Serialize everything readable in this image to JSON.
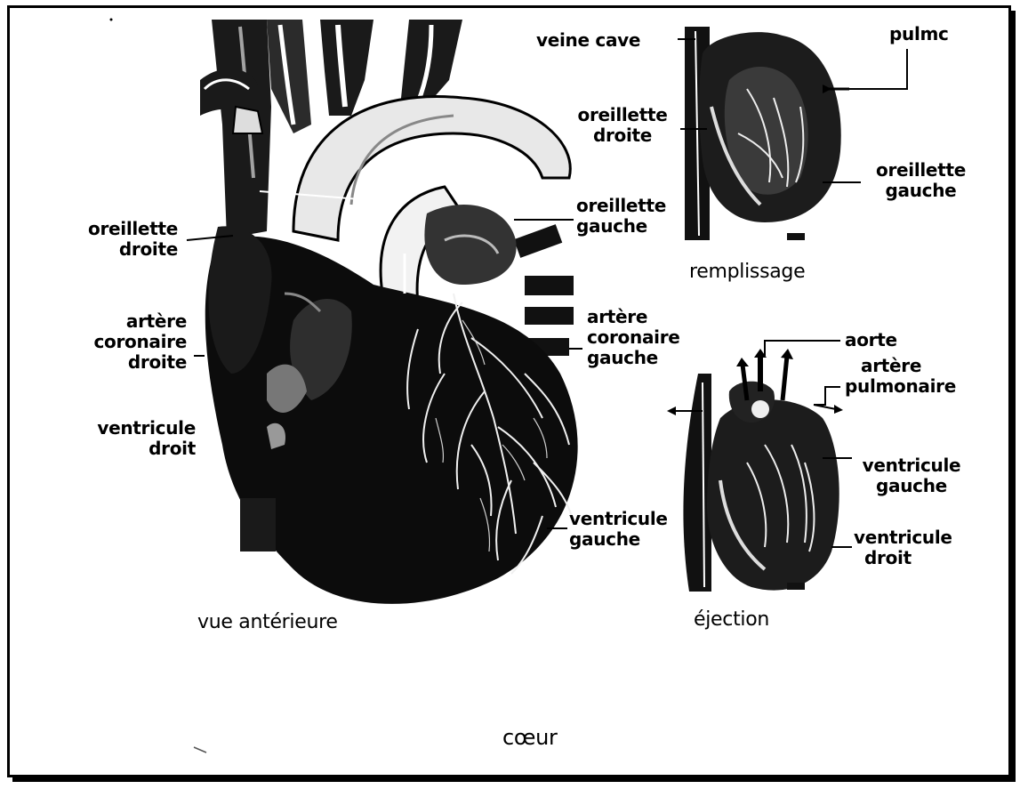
{
  "main_view": {
    "caption": "vue antérieure",
    "labels": {
      "oreillette_droite": [
        "oreillette",
        "droite"
      ],
      "artere_coronaire_droite": [
        "artère",
        "coronaire",
        "droite"
      ],
      "ventricule_droit": [
        "ventricule",
        "droit"
      ],
      "oreillette_gauche": [
        "oreillette",
        "gauche"
      ],
      "artere_coronaire_gauche": [
        "artère",
        "coronaire",
        "gauche"
      ],
      "ventricule_gauche": [
        "ventricule",
        "gauche"
      ]
    }
  },
  "filling_view": {
    "caption": "remplissage",
    "labels": {
      "veine_cave": "veine cave",
      "pulmc": "pulmc",
      "oreillette_droite": [
        "oreillette",
        "droite"
      ],
      "oreillette_gauche": [
        "oreillette",
        "gauche"
      ]
    }
  },
  "ejection_view": {
    "caption": "éjection",
    "labels": {
      "aorte": "aorte",
      "artere_pulmonaire": [
        "artère",
        "pulmonaire"
      ],
      "ventricule_gauche": [
        "ventricule",
        "gauche"
      ],
      "ventricule_droit": [
        "ventricule",
        "droit"
      ]
    }
  },
  "figure_title": "cœur"
}
